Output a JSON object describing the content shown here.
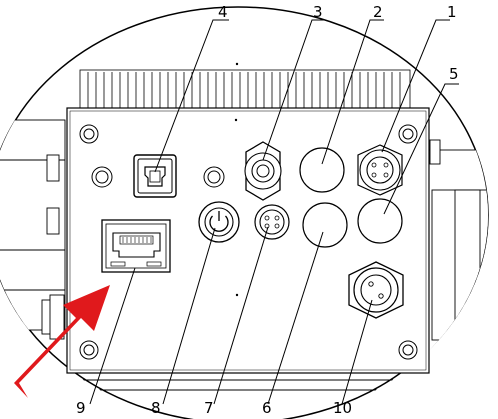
{
  "callouts": [
    {
      "id": "1",
      "label": "1"
    },
    {
      "id": "2",
      "label": "2"
    },
    {
      "id": "3",
      "label": "3"
    },
    {
      "id": "4",
      "label": "4"
    },
    {
      "id": "5",
      "label": "5"
    },
    {
      "id": "6",
      "label": "6"
    },
    {
      "id": "7",
      "label": "7"
    },
    {
      "id": "8",
      "label": "8"
    },
    {
      "id": "9",
      "label": "9"
    },
    {
      "id": "10",
      "label": "10"
    }
  ],
  "colors": {
    "line": "#000000",
    "background": "#ffffff",
    "highlight_arrow": "#e0191c"
  }
}
